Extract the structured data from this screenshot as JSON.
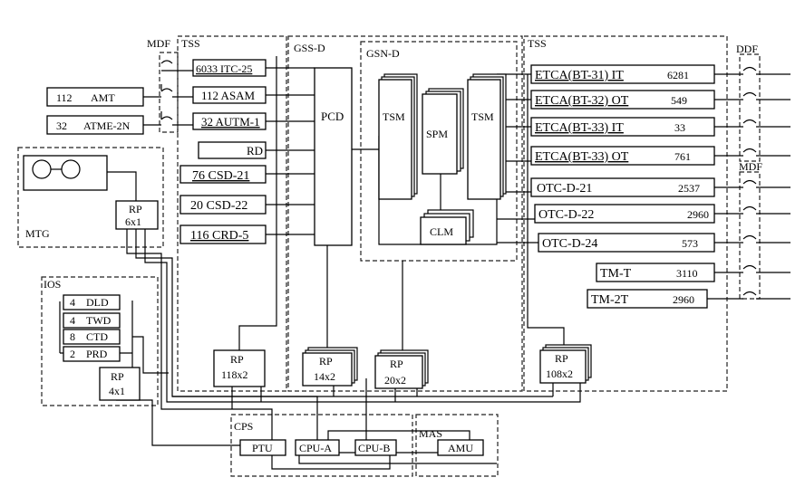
{
  "regions": {
    "mdf_left": "MDF",
    "tss_left": "TSS",
    "gss_d": "GSS-D",
    "gsn_d": "GSN-D",
    "tss_right": "TSS",
    "ddf": "DDF",
    "mdf_right": "MDF",
    "mtg": "MTG",
    "ios": "IOS",
    "cps": "CPS",
    "mas": "MAS"
  },
  "tss_left_units": [
    {
      "label": "6033  ITC-25"
    },
    {
      "label": "112  ASAM"
    },
    {
      "label": "32  AUTM-1"
    },
    {
      "label": "RD"
    },
    {
      "label": "76  CSD-21"
    },
    {
      "label": "20  CSD-22"
    },
    {
      "label": "116  CRD-5"
    }
  ],
  "external": {
    "amt": {
      "count": "112",
      "name": "AMT"
    },
    "atme": {
      "count": "32",
      "name": "ATME-2N"
    }
  },
  "gss": {
    "pcd": "PCD"
  },
  "gsn": {
    "tsm_left": "TSM",
    "spm": "SPM",
    "tsm_right": "TSM",
    "clm": "CLM"
  },
  "rps": {
    "mtg": [
      "RP",
      "6x1"
    ],
    "ios": [
      "RP",
      "4x1"
    ],
    "tss_left": [
      "RP",
      "118x2"
    ],
    "gss": [
      "RP",
      "14x2"
    ],
    "gsn": [
      "RP",
      "20x2"
    ],
    "tss_right": [
      "RP",
      "108x2"
    ]
  },
  "ios_units": [
    {
      "count": "4",
      "name": "DLD"
    },
    {
      "count": "4",
      "name": "TWD"
    },
    {
      "count": "8",
      "name": "CTD"
    },
    {
      "count": "2",
      "name": "PRD"
    }
  ],
  "tss_right_units": [
    {
      "name": "ETCA(BT-31) IT",
      "count": "6281"
    },
    {
      "name": "ETCA(BT-32) OT",
      "count": "549"
    },
    {
      "name": "ETCA(BT-33) IT",
      "count": "33"
    },
    {
      "name": "ETCA(BT-33) OT",
      "count": "761"
    },
    {
      "name": "OTC-D-21",
      "count": "2537"
    },
    {
      "name": "OTC-D-22",
      "count": "2960"
    },
    {
      "name": "OTC-D-24",
      "count": "573"
    },
    {
      "name": "TM-T",
      "count": "3110"
    },
    {
      "name": "TM-2T",
      "count": "2960"
    }
  ],
  "cps": {
    "ptu": "PTU",
    "cpu_a": "CPU-A",
    "cpu_b": "CPU-B"
  },
  "mas": {
    "amu": "AMU"
  }
}
